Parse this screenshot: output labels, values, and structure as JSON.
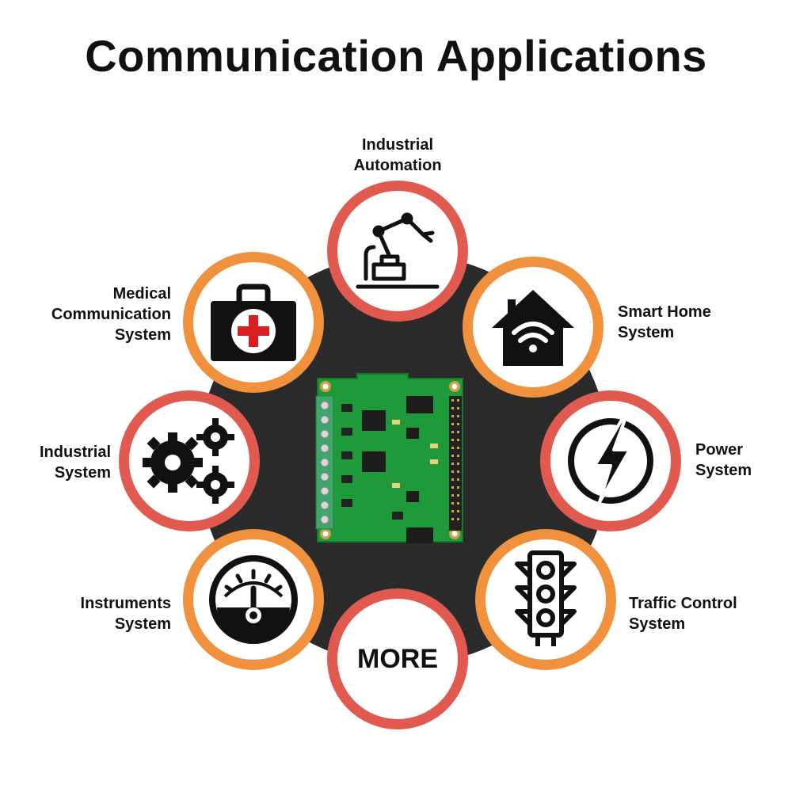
{
  "title": "Communication Applications",
  "colors": {
    "red_ring": "#e05a4f",
    "orange_ring": "#f0913e",
    "center_disk": "#2b2b2b",
    "board_green": "#1f9a3a",
    "medical_cross": "#d92020"
  },
  "nodes": [
    {
      "id": "industrial-automation",
      "icon": "robot-arm-icon",
      "ring": "red",
      "label_lines": [
        "Industrial",
        "Automation"
      ]
    },
    {
      "id": "smart-home",
      "icon": "smart-home-icon",
      "ring": "orange",
      "label_lines": [
        "Smart Home",
        "System"
      ]
    },
    {
      "id": "power",
      "icon": "lightning-icon",
      "ring": "red",
      "label_lines": [
        "Power",
        "System"
      ]
    },
    {
      "id": "traffic-control",
      "icon": "traffic-light-icon",
      "ring": "orange",
      "label_lines": [
        "Traffic Control",
        "System"
      ]
    },
    {
      "id": "more",
      "icon": "",
      "ring": "red",
      "text": "MORE",
      "label_lines": []
    },
    {
      "id": "instruments",
      "icon": "gauge-icon",
      "ring": "orange",
      "label_lines": [
        "Instruments",
        "System"
      ]
    },
    {
      "id": "industrial-system",
      "icon": "gears-icon",
      "ring": "red",
      "label_lines": [
        "Industrial",
        "System"
      ]
    },
    {
      "id": "medical",
      "icon": "medical-kit-icon",
      "ring": "orange",
      "label_lines": [
        "Medical",
        "Communication",
        "System"
      ]
    }
  ],
  "center_image": "circuit-board-icon"
}
